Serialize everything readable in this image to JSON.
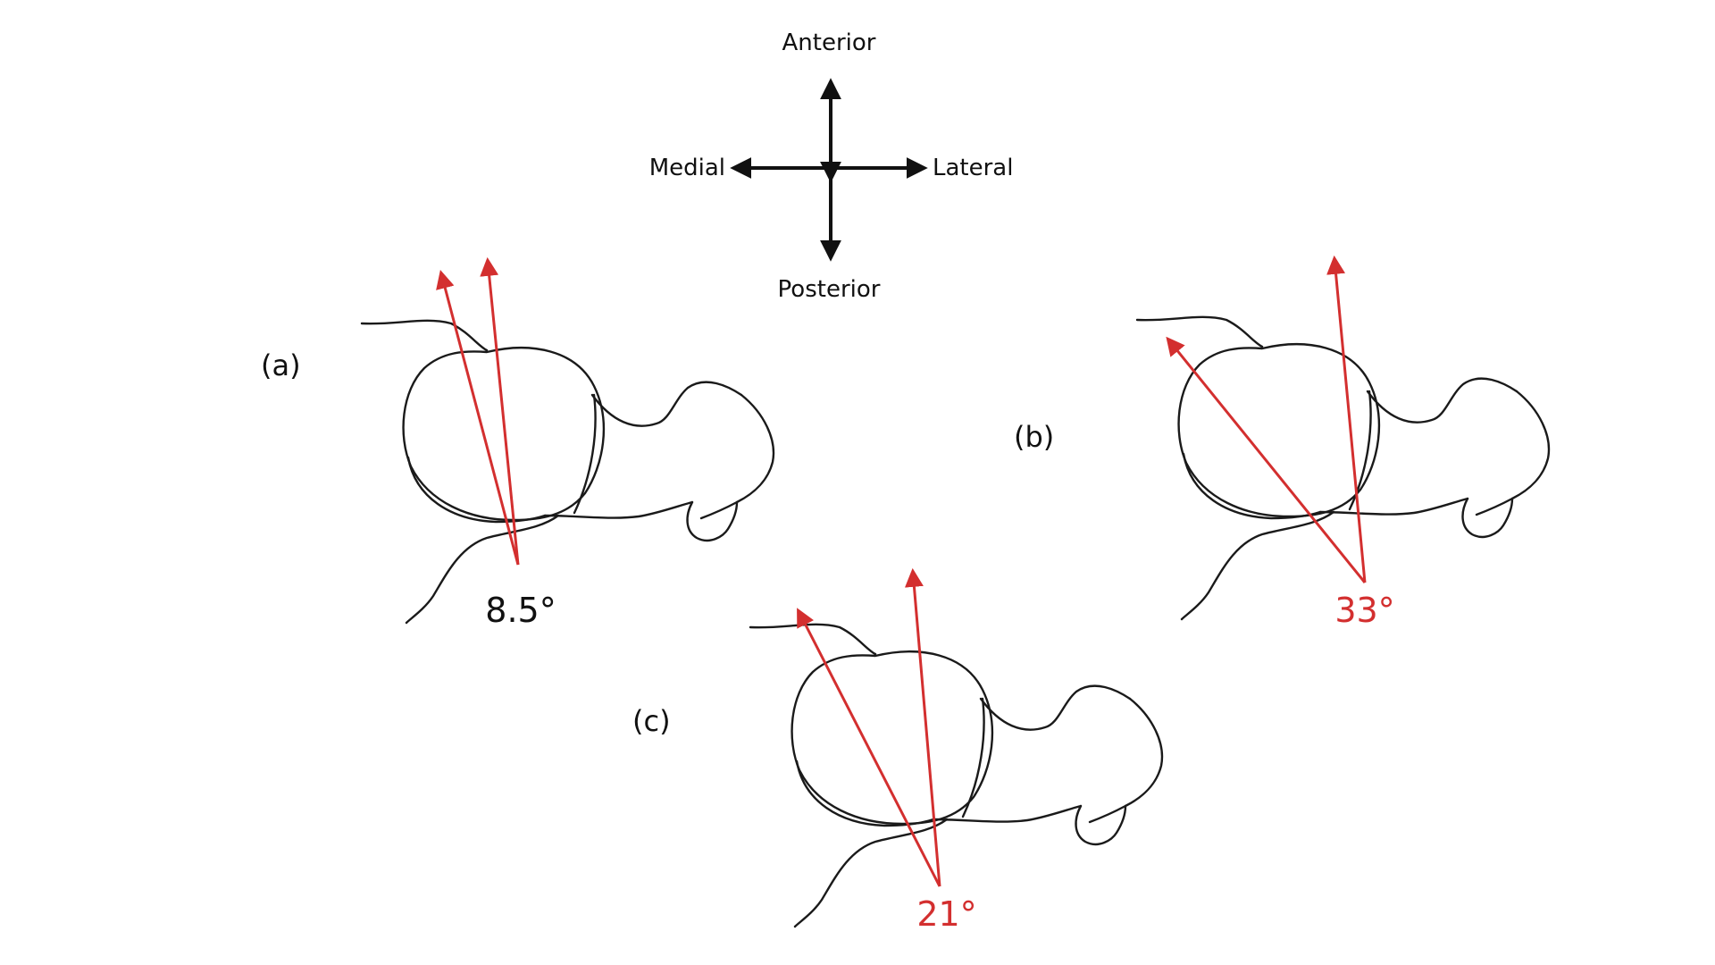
{
  "compass": {
    "anterior": "Anterior",
    "posterior": "Posterior",
    "medial": "Medial",
    "lateral": "Lateral"
  },
  "panels": [
    {
      "label": "(a)",
      "angle": "8.5°",
      "angle_color": "#111111"
    },
    {
      "label": "(b)",
      "angle": "33°",
      "angle_color": "#d32f2f"
    },
    {
      "label": "(c)",
      "angle": "21°",
      "angle_color": "#d32f2f"
    }
  ],
  "colors": {
    "arrow": "#d32f2f",
    "outline": "#1a1a1a"
  }
}
